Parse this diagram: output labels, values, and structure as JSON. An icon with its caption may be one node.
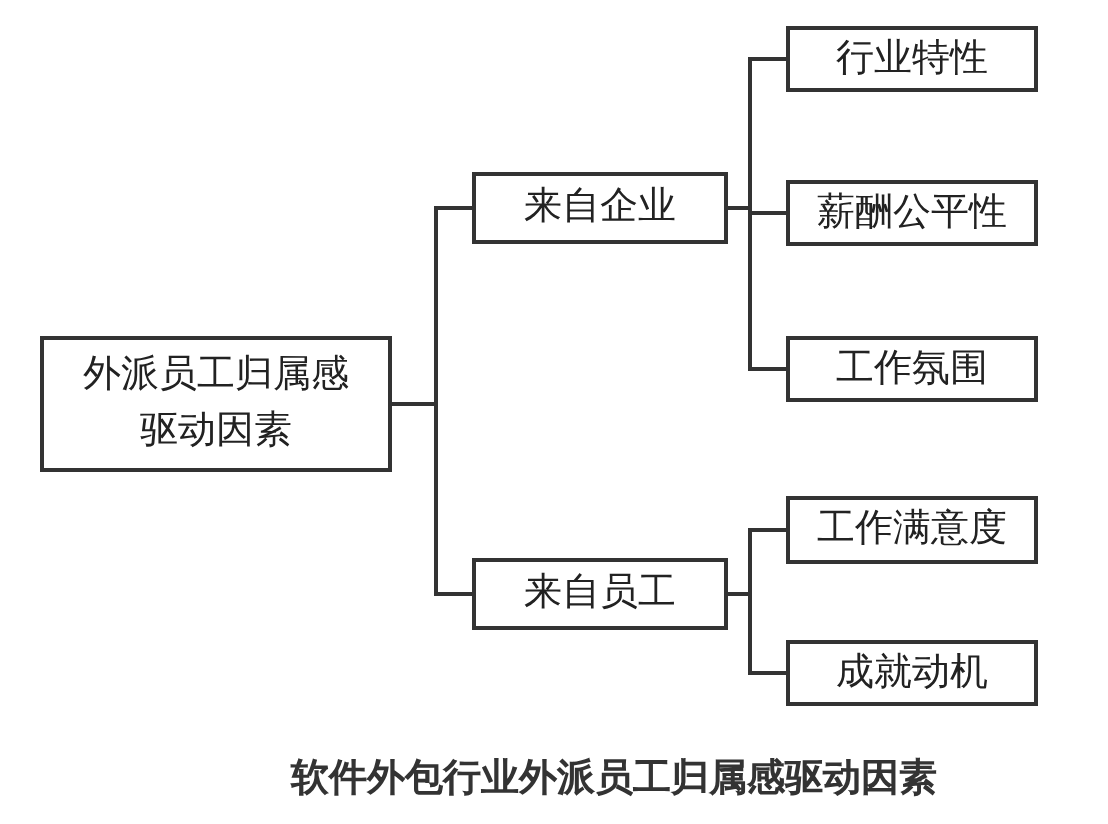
{
  "diagram": {
    "caption": "软件外包行业外派员工归属感驱动因素",
    "nodes": [
      {
        "text": [
          "外派员工归属感驱动因素"
        ]
      },
      {
        "text": [
          "来自企业"
        ]
      },
      {
        "text": [
          "来自员工"
        ]
      },
      {
        "text": [
          "行业特性"
        ]
      },
      {
        "text": [
          "薪酬公平性"
        ]
      },
      {
        "text": [
          "工作氛围"
        ]
      },
      {
        "text": [
          "工作满意度"
        ]
      },
      {
        "text": [
          "成就动机"
        ]
      }
    ],
    "edges": [
      {
        "from": 0,
        "to": 1,
        "arrow": "none"
      },
      {
        "from": 0,
        "to": 2,
        "arrow": "none"
      },
      {
        "from": 1,
        "to": 3,
        "arrow": "none"
      },
      {
        "from": 1,
        "to": 4,
        "arrow": "none"
      },
      {
        "from": 1,
        "to": 5,
        "arrow": "none"
      },
      {
        "from": 2,
        "to": 6,
        "arrow": "none"
      },
      {
        "from": 2,
        "to": 7,
        "arrow": "none"
      }
    ]
  }
}
